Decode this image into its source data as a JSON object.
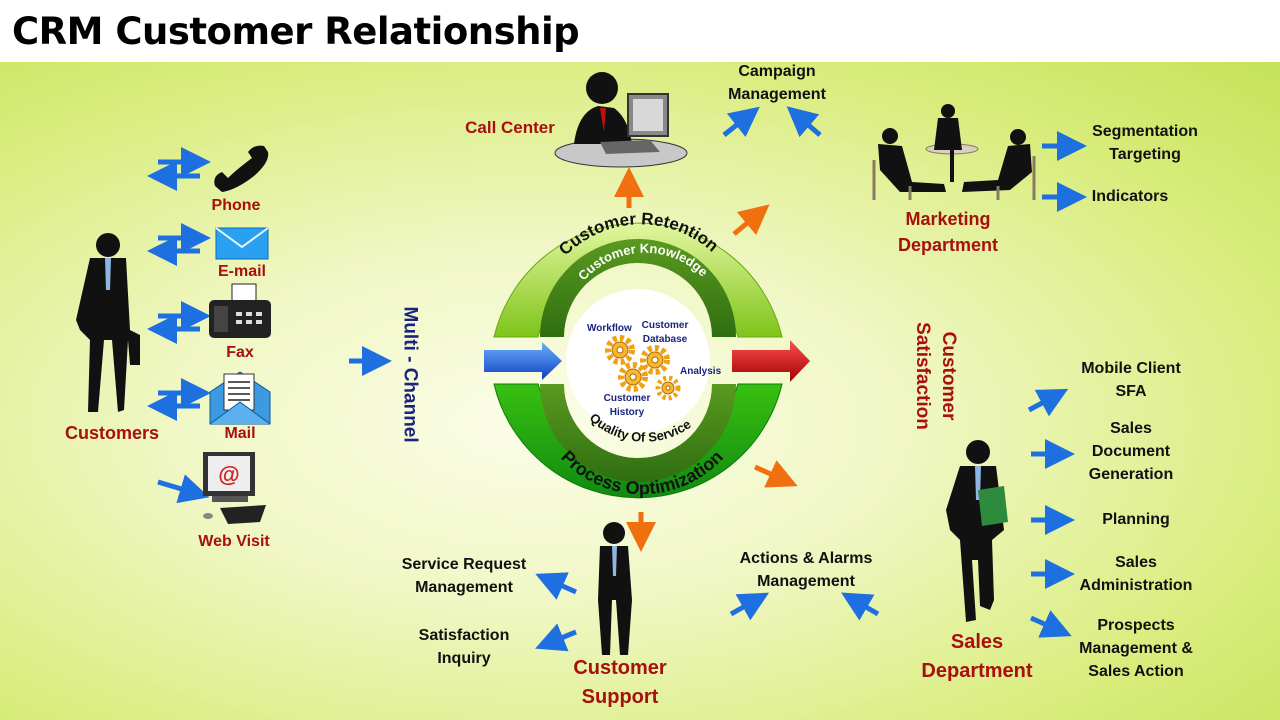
{
  "title": "CRM Customer Relationship",
  "colors": {
    "accent_red": "#a80f0f",
    "arrow_blue": "#1e6fe0",
    "arrow_orange": "#f07010",
    "ring_green": "#5cc010",
    "navy_text": "#1a237e"
  },
  "channels": {
    "phone": "Phone",
    "email": "E-mail",
    "fax": "Fax",
    "mail": "Mail",
    "web": "Web Visit"
  },
  "customers": "Customers",
  "multi_channel": "Multi - Channel",
  "call_center": "Call Center",
  "campaign": {
    "line1": "Campaign",
    "line2": "Management"
  },
  "marketing": {
    "label1": "Marketing",
    "label2": "Department",
    "seg1": "Segmentation",
    "seg2": "Targeting",
    "indicators": "Indicators"
  },
  "satisfaction": {
    "line1": "Customer",
    "line2": "Satisfaction"
  },
  "wheel": {
    "outer_top": "Customer Retention",
    "inner_top": "Customer Knowledge",
    "inner_bottom": "Quality Of Service",
    "outer_bottom": "Process Optimization",
    "workflow": "Workflow",
    "db1": "Customer",
    "db2": "Database",
    "analysis": "Analysis",
    "hist1": "Customer",
    "hist2": "History"
  },
  "sales": {
    "label1": "Sales",
    "label2": "Department",
    "mobile1": "Mobile Client",
    "mobile2": "SFA",
    "doc1": "Sales",
    "doc2": "Document",
    "doc3": "Generation",
    "planning": "Planning",
    "admin1": "Sales",
    "admin2": "Administration",
    "prosp1": "Prospects",
    "prosp2": "Management &",
    "prosp3": "Sales Action"
  },
  "support": {
    "label1": "Customer",
    "label2": "Support",
    "srm1": "Service Request",
    "srm2": "Management",
    "sat1": "Satisfaction",
    "sat2": "Inquiry",
    "act1": "Actions & Alarms",
    "act2": "Management"
  }
}
